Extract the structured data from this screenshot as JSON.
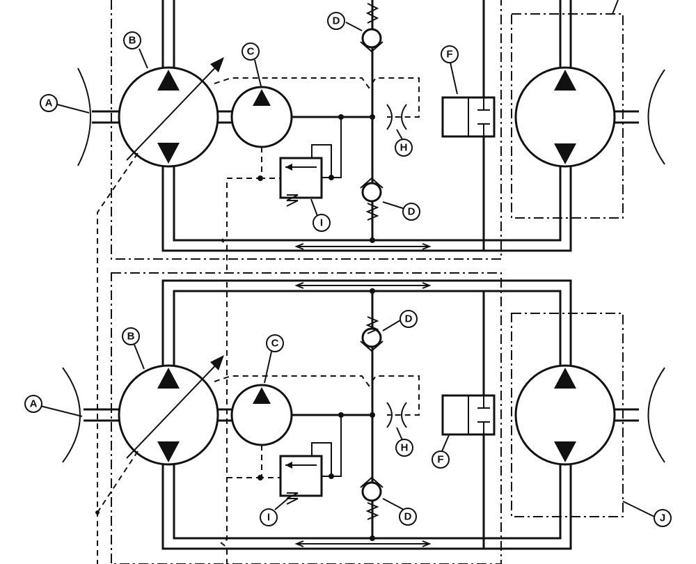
{
  "callouts": {
    "A": "A",
    "B": "B",
    "C": "C",
    "D": "D",
    "F": "F",
    "H": "H",
    "I": "I",
    "J": "J"
  },
  "colors": {
    "line": "#111111",
    "background": "#ffffff"
  }
}
